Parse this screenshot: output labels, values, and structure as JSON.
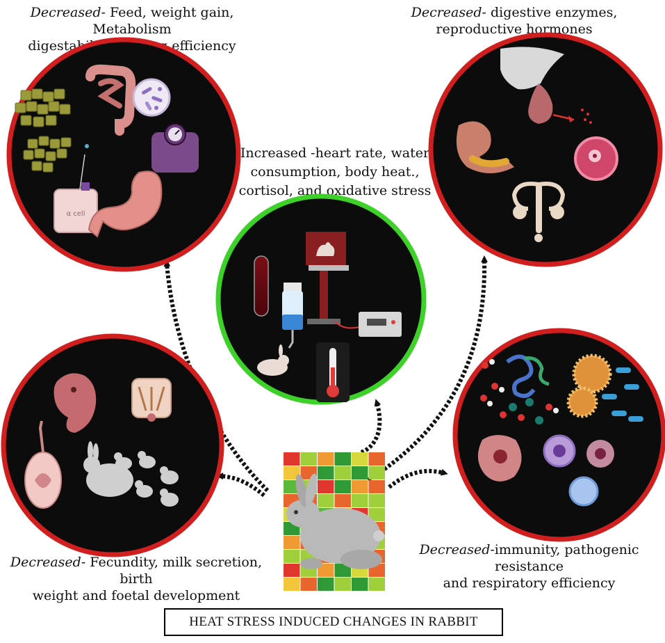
{
  "captions": {
    "top_left": {
      "italic": "Decreased",
      "line1_rest": "- Feed, weight gain, Metabolism",
      "line2": "digestability, feeding efficiency"
    },
    "top_right": {
      "italic": "Decreased",
      "line1_rest": "- digestive enzymes,",
      "line2": "reproductive hormones"
    },
    "center": {
      "line1": "Increased -heart rate, water",
      "line2": "consumption, body heat.,",
      "line3": "cortisol, and  oxidative stress"
    },
    "bottom_left": {
      "italic": "Decreased",
      "line1_rest": "- Fecundity, milk secretion, birth",
      "line2": "weight and foetal development"
    },
    "bottom_right": {
      "italic": "Decreased",
      "line1_rest": "-immunity, pathogenic resistance",
      "line2": "and respiratory efficiency"
    }
  },
  "labels": {
    "alpha_cell": "α cell"
  },
  "footer": {
    "title": "HEAT STRESS INDUCED CHANGES IN RABBIT"
  },
  "colors": {
    "circle_fill": "#0c0c0c",
    "red_border": "#d11f1f",
    "green_border": "#3ed12a",
    "arrow": "#111111"
  }
}
